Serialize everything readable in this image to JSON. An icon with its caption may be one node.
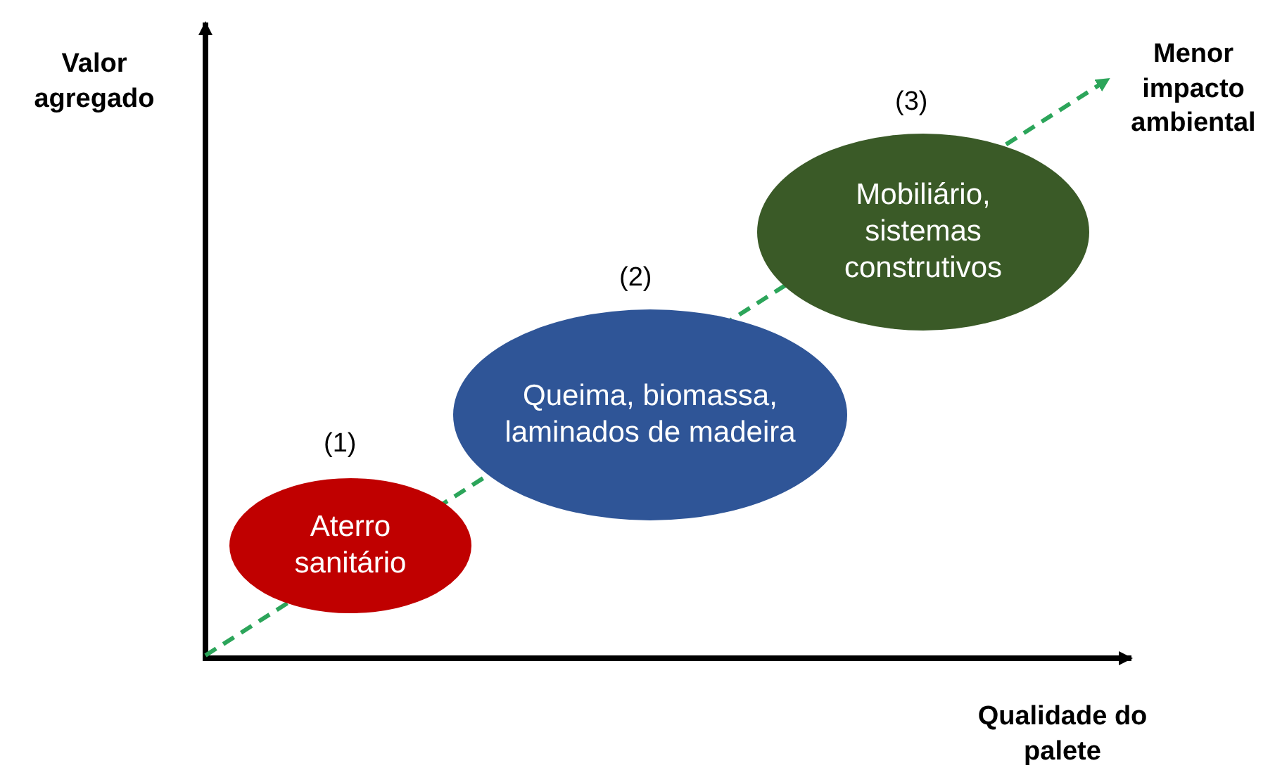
{
  "diagram": {
    "nodes": [
      {
        "text": [
          "Aterro sanitário"
        ],
        "beside": [
          "(1)"
        ]
      },
      {
        "text": [
          "Queima, biomassa, laminados de madeira"
        ],
        "beside": [
          "(2)"
        ]
      },
      {
        "text": [
          "Mobiliário, sistemas construtivos"
        ],
        "beside": [
          "(3)"
        ]
      },
      {
        "text": [
          "Menor impacto ambiental"
        ]
      }
    ],
    "edges": [
      {
        "from": null,
        "to": 3,
        "arrow": "to",
        "style": "dashed",
        "color": "#2ca55a"
      }
    ],
    "labels": [
      "Valor agregado",
      "Qualidade do palete"
    ]
  }
}
